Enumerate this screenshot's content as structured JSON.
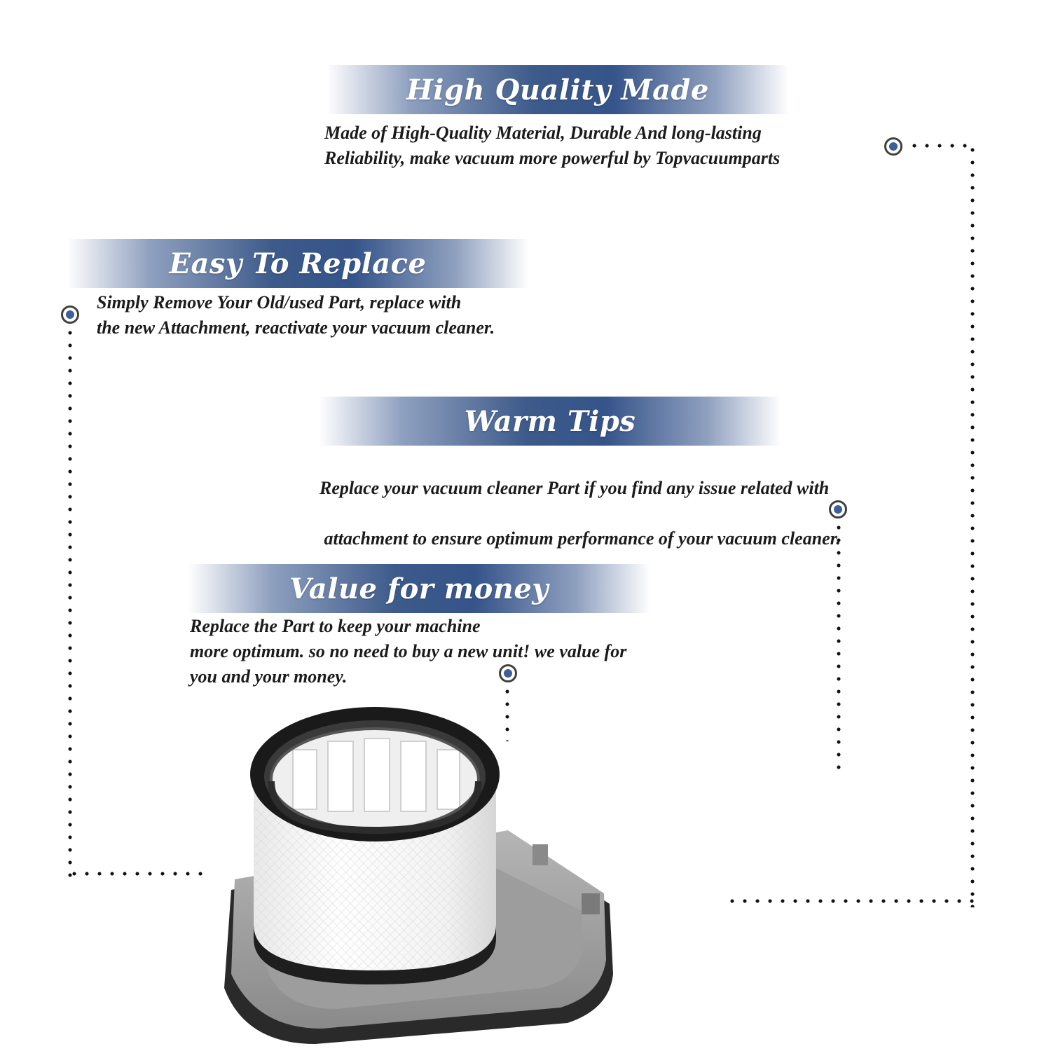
{
  "sections": [
    {
      "title": "High Quality Made",
      "lines": [
        "Made of  High-Quality Material, Durable And long-lasting",
        "Reliability, make vacuum more powerful by Topvacuumparts"
      ]
    },
    {
      "title": "Easy To Replace",
      "lines": [
        "Simply Remove Your Old/used Part, replace with",
        "the new Attachment, reactivate your vacuum cleaner."
      ]
    },
    {
      "title": "Warm Tips",
      "lines": [
        "Replace your vacuum cleaner Part if you find any issue related with",
        " attachment to ensure optimum performance of your vacuum cleaner."
      ]
    },
    {
      "title": "Value for money",
      "lines": [
        "Replace the Part to keep your machine",
        "more optimum. so no need to buy a new unit! we value for",
        "you and your money."
      ]
    }
  ],
  "colors": {
    "banner_blue": "#3c5a8a",
    "marker_blue": "#3e5f98",
    "text_dark": "#1b1b1b"
  },
  "icons": [
    "circle-marker-icon",
    "dotted-connector",
    "vacuum-filter-image"
  ]
}
